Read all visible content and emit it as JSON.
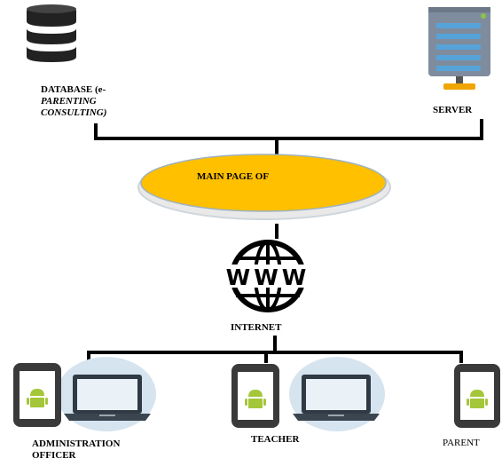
{
  "database": {
    "line1": "DATABASE (e-",
    "line2": "PARENTING",
    "line3": "CONSULTING)"
  },
  "server": {
    "label": "SERVER"
  },
  "main_page": {
    "label": "MAIN PAGE OF",
    "fill": "#ffc000"
  },
  "internet": {
    "label": "INTERNET",
    "icon": "www-globe-icon"
  },
  "users": {
    "admin": {
      "line1": "ADMINISTRATION",
      "line2": "OFFICER"
    },
    "teacher": {
      "label": "TEACHER"
    },
    "parent": {
      "label": "PARENT"
    }
  },
  "colors": {
    "connector": "#000000",
    "android": "#a4c639",
    "bubble": "#d6e4f0",
    "database": "#222222",
    "server_body": "#7f8c9d",
    "server_panel": "#56a3d9"
  }
}
